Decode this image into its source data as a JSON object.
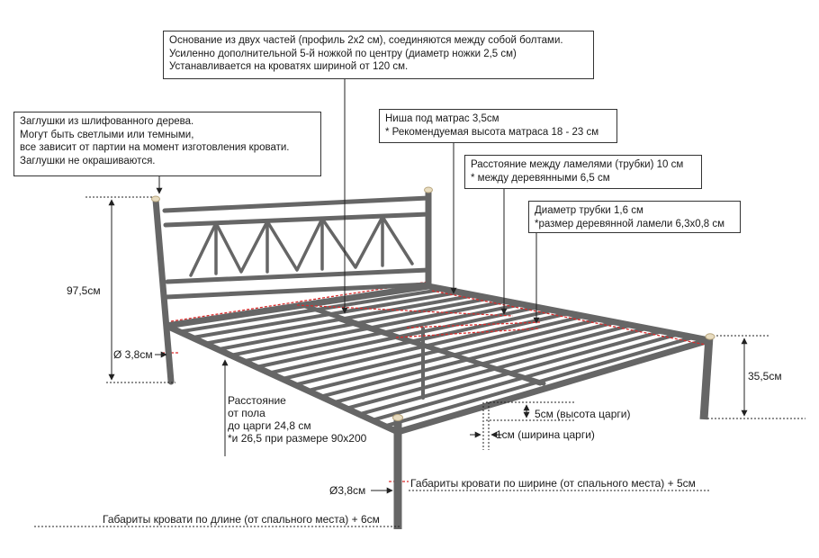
{
  "callouts": {
    "base": [
      "Основание из двух частей (профиль 2х2 см), соединяются между собой болтами.",
      "Усиленно дополнительной 5-й ножкой по центру (диаметр ножки 2,5 см)",
      "Устанавливается на кроватях шириной от 120 см."
    ],
    "plugs": [
      "Заглушки из шлифованного дерева.",
      "Могут быть светлыми или темными,",
      "все зависит от партии на момент изготовления кровати.",
      "Заглушки не окрашиваются."
    ],
    "niche": [
      "Ниша под матрас 3,5см",
      "* Рекомендуемая высота матраса 18 - 23 см"
    ],
    "slats": [
      "Расстояние между ламелями (трубки) 10 см",
      "* между деревянными 6,5 см"
    ],
    "tube": [
      "Диаметр трубки 1,6 см",
      "*размер деревянной ламели 6,3х0,8 см"
    ]
  },
  "labels": {
    "headboard_height": "97,5см",
    "leg_diameter_top": "Ø 3,8см",
    "floor_clearance": [
      "Расстояние",
      "от пола",
      "до царги 24,8 см",
      "*и 26,5 при размере 90х200"
    ],
    "leg_height": "35,5см",
    "rail_height": "5см (высота царги)",
    "rail_width": "1см (ширина царги)",
    "leg_diameter_bottom": "Ø3,8см",
    "width_overall": "Габариты кровати по ширине (от спального места) + 5см",
    "length_overall": "Габариты кровати по длине (от спального места) + 6см"
  },
  "colors": {
    "frame": "#666666",
    "frame_edge": "#4a4a4a",
    "wood_plug": "#e8dcc0",
    "highlight": "#d92b2b",
    "line": "#222222"
  }
}
